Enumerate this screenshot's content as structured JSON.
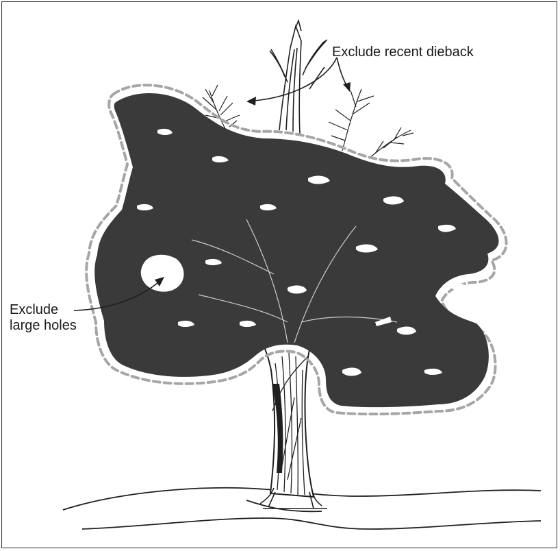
{
  "annotations": {
    "dieback": "Exclude recent dieback",
    "holes_line1": "Exclude",
    "holes_line2": "large holes"
  },
  "colors": {
    "foliage": "#3a3a3a",
    "outline": "#a6a6a6",
    "ink": "#1f1f1f",
    "frame": "#2a2a2a"
  }
}
